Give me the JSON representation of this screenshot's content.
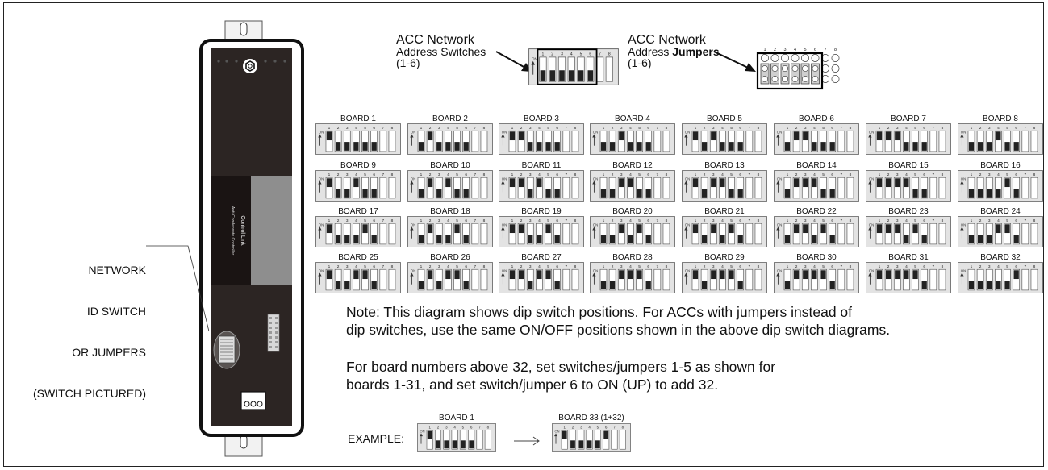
{
  "device": {
    "label": "Control Link",
    "sublabel": "Anti-Condensate Controller"
  },
  "network_label": [
    "NETWORK",
    "ID SWITCH",
    "OR JUMPERS",
    "(SWITCH PICTURED)"
  ],
  "header": {
    "switches_label": [
      "ACC Network",
      "Address Switches",
      "(1-6)"
    ],
    "jumpers_label": [
      "ACC Network",
      "Address ",
      "Jumpers",
      "(1-6)"
    ]
  },
  "switch_numbers": [
    "1",
    "2",
    "3",
    "4",
    "5",
    "6",
    "7",
    "8"
  ],
  "on_label": "ON",
  "boards": [
    {
      "label": "BOARD 1",
      "bits": [
        1,
        0,
        0,
        0,
        0,
        0
      ]
    },
    {
      "label": "BOARD 2",
      "bits": [
        0,
        1,
        0,
        0,
        0,
        0
      ]
    },
    {
      "label": "BOARD 3",
      "bits": [
        1,
        1,
        0,
        0,
        0,
        0
      ]
    },
    {
      "label": "BOARD 4",
      "bits": [
        0,
        0,
        1,
        0,
        0,
        0
      ]
    },
    {
      "label": "BOARD 5",
      "bits": [
        1,
        0,
        1,
        0,
        0,
        0
      ]
    },
    {
      "label": "BOARD 6",
      "bits": [
        0,
        1,
        1,
        0,
        0,
        0
      ]
    },
    {
      "label": "BOARD 7",
      "bits": [
        1,
        1,
        1,
        0,
        0,
        0
      ]
    },
    {
      "label": "BOARD 8",
      "bits": [
        0,
        0,
        0,
        1,
        0,
        0
      ]
    },
    {
      "label": "BOARD 9",
      "bits": [
        1,
        0,
        0,
        1,
        0,
        0
      ]
    },
    {
      "label": "BOARD 10",
      "bits": [
        0,
        1,
        0,
        1,
        0,
        0
      ]
    },
    {
      "label": "BOARD 11",
      "bits": [
        1,
        1,
        0,
        1,
        0,
        0
      ]
    },
    {
      "label": "BOARD 12",
      "bits": [
        0,
        0,
        1,
        1,
        0,
        0
      ]
    },
    {
      "label": "BOARD 13",
      "bits": [
        1,
        0,
        1,
        1,
        0,
        0
      ]
    },
    {
      "label": "BOARD 14",
      "bits": [
        0,
        1,
        1,
        1,
        0,
        0
      ]
    },
    {
      "label": "BOARD 15",
      "bits": [
        1,
        1,
        1,
        1,
        0,
        0
      ]
    },
    {
      "label": "BOARD 16",
      "bits": [
        0,
        0,
        0,
        0,
        1,
        0
      ]
    },
    {
      "label": "BOARD 17",
      "bits": [
        1,
        0,
        0,
        0,
        1,
        0
      ]
    },
    {
      "label": "BOARD 18",
      "bits": [
        0,
        1,
        0,
        0,
        1,
        0
      ]
    },
    {
      "label": "BOARD 19",
      "bits": [
        1,
        1,
        0,
        0,
        1,
        0
      ]
    },
    {
      "label": "BOARD 20",
      "bits": [
        0,
        0,
        1,
        0,
        1,
        0
      ]
    },
    {
      "label": "BOARD 21",
      "bits": [
        1,
        0,
        1,
        0,
        1,
        0
      ]
    },
    {
      "label": "BOARD 22",
      "bits": [
        0,
        1,
        1,
        0,
        1,
        0
      ]
    },
    {
      "label": "BOARD 23",
      "bits": [
        1,
        1,
        1,
        0,
        1,
        0
      ]
    },
    {
      "label": "BOARD 24",
      "bits": [
        0,
        0,
        0,
        1,
        1,
        0
      ]
    },
    {
      "label": "BOARD 25",
      "bits": [
        1,
        0,
        0,
        1,
        1,
        0
      ]
    },
    {
      "label": "BOARD 26",
      "bits": [
        0,
        1,
        0,
        1,
        1,
        0
      ]
    },
    {
      "label": "BOARD 27",
      "bits": [
        1,
        1,
        0,
        1,
        1,
        0
      ]
    },
    {
      "label": "BOARD 28",
      "bits": [
        0,
        0,
        1,
        1,
        1,
        0
      ]
    },
    {
      "label": "BOARD 29",
      "bits": [
        1,
        0,
        1,
        1,
        1,
        0
      ]
    },
    {
      "label": "BOARD 30",
      "bits": [
        0,
        1,
        1,
        1,
        1,
        0
      ]
    },
    {
      "label": "BOARD 31",
      "bits": [
        1,
        1,
        1,
        1,
        1,
        0
      ]
    },
    {
      "label": "BOARD 32",
      "bits": [
        0,
        0,
        0,
        0,
        0,
        1
      ]
    }
  ],
  "note1": [
    "Note: This diagram shows dip switch positions. For  ACCs with jumpers instead of",
    "dip switches, use the same ON/OFF positions shown in the above dip switch diagrams."
  ],
  "note2": [
    "For board numbers above 32, set switches/jumpers 1-5 as shown for",
    "boards 1-31, and set switch/jumper 6 to ON (UP) to add 32."
  ],
  "example": {
    "label": "EXAMPLE:",
    "from_label": "BOARD 1",
    "from_bits": [
      1,
      0,
      0,
      0,
      0,
      0
    ],
    "to_label": "BOARD 33 (1+32)",
    "to_bits": [
      1,
      0,
      0,
      0,
      0,
      1
    ]
  },
  "colors": {
    "device_dark": "#2c2523",
    "device_gray": "#8e8e8e",
    "switch_bg": "#e3e3e3",
    "switch_on": "#222222"
  }
}
